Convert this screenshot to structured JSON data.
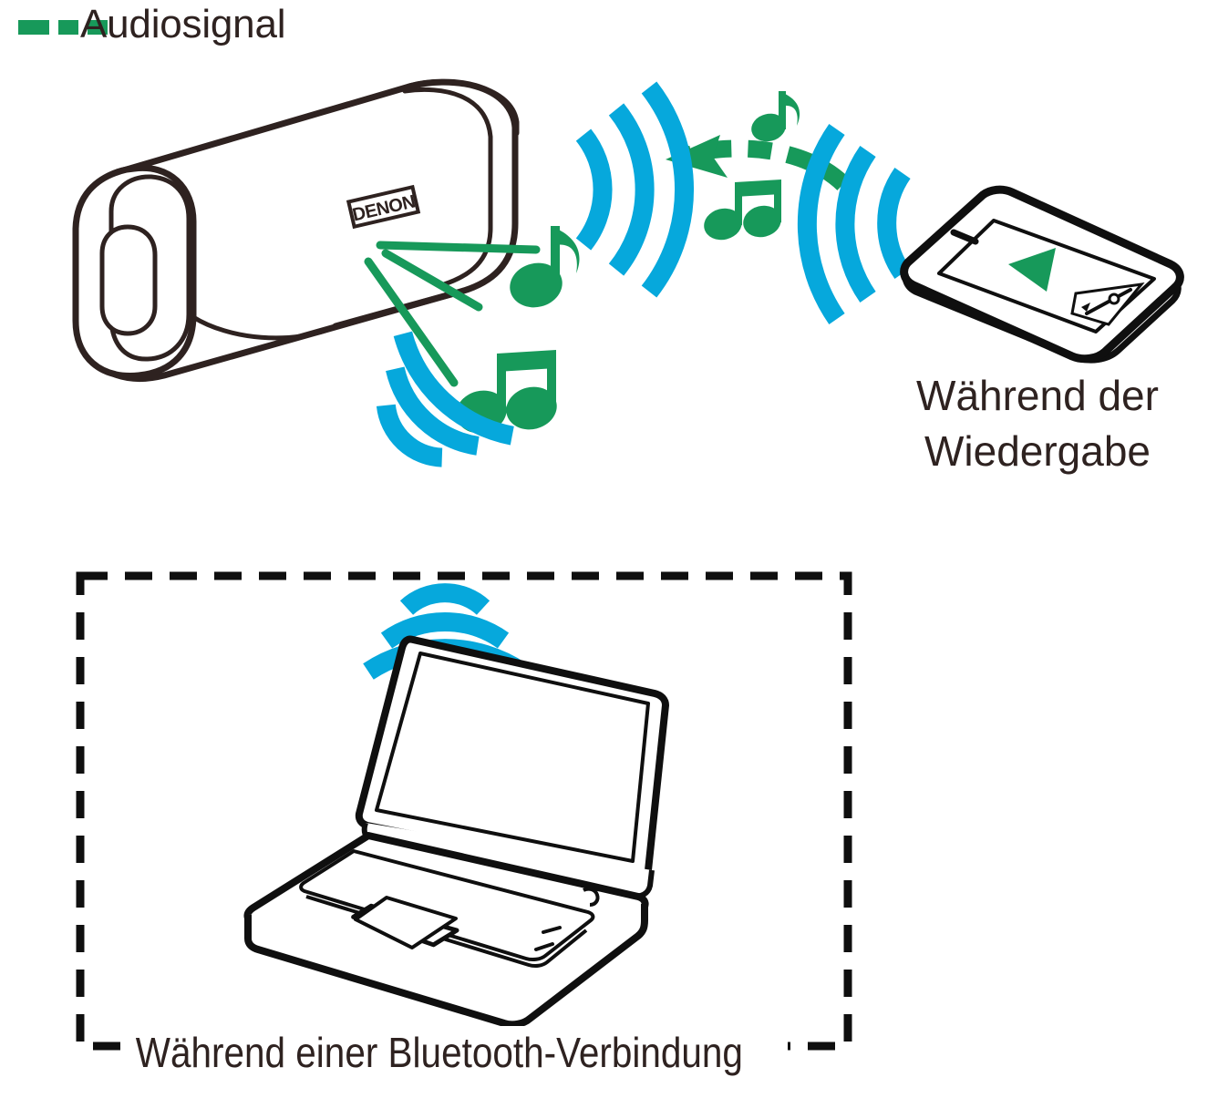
{
  "legend": {
    "label": "Audiosignal",
    "line_style": "dashed",
    "color": "#17995a"
  },
  "captions": {
    "phone": "Während der\nWiedergabe",
    "phone_line1": "Während der",
    "phone_line2": "Wiedergabe",
    "bluetooth_box": "Während einer Bluetooth-Verbindung"
  },
  "devices": {
    "speaker": {
      "name": "Denon Envaya portable speaker",
      "brand_label": "DENON",
      "outline_color": "#2e2220"
    },
    "phone": {
      "name": "Smartphone",
      "screen_controls": [
        "play-triangle",
        "volume-slider"
      ],
      "accent_color": "#17995a",
      "outline_color": "#0f0f0f"
    },
    "laptop": {
      "name": "Notebook computer",
      "outline_color": "#0f0f0f"
    }
  },
  "colors": {
    "audio_green": "#17995a",
    "wifi_cyan": "#06a8dc",
    "text_brown": "#2e2220",
    "line_black": "#0f0f0f",
    "background": "#ffffff"
  },
  "wifi_groups": [
    {
      "id": "speaker-right-waves",
      "arcs": 3,
      "direction": "left"
    },
    {
      "id": "phone-left-waves",
      "arcs": 3,
      "direction": "right"
    },
    {
      "id": "speaker-lower-waves",
      "arcs": 3,
      "direction": "down-left"
    },
    {
      "id": "laptop-upper-waves",
      "arcs": 3,
      "direction": "up"
    }
  ],
  "music_notes": [
    {
      "id": "note-speaker-single",
      "glyph": "eighth-note"
    },
    {
      "id": "note-speaker-double",
      "glyph": "beamed-eighth-notes"
    },
    {
      "id": "note-mid-double",
      "glyph": "beamed-eighth-notes"
    },
    {
      "id": "note-top-single",
      "glyph": "eighth-note"
    }
  ],
  "flow": {
    "arrow": {
      "id": "audio-signal-arrow",
      "from": "phone",
      "to": "speaker",
      "style": "dashed-curved-arrow",
      "color": "#17995a"
    }
  }
}
